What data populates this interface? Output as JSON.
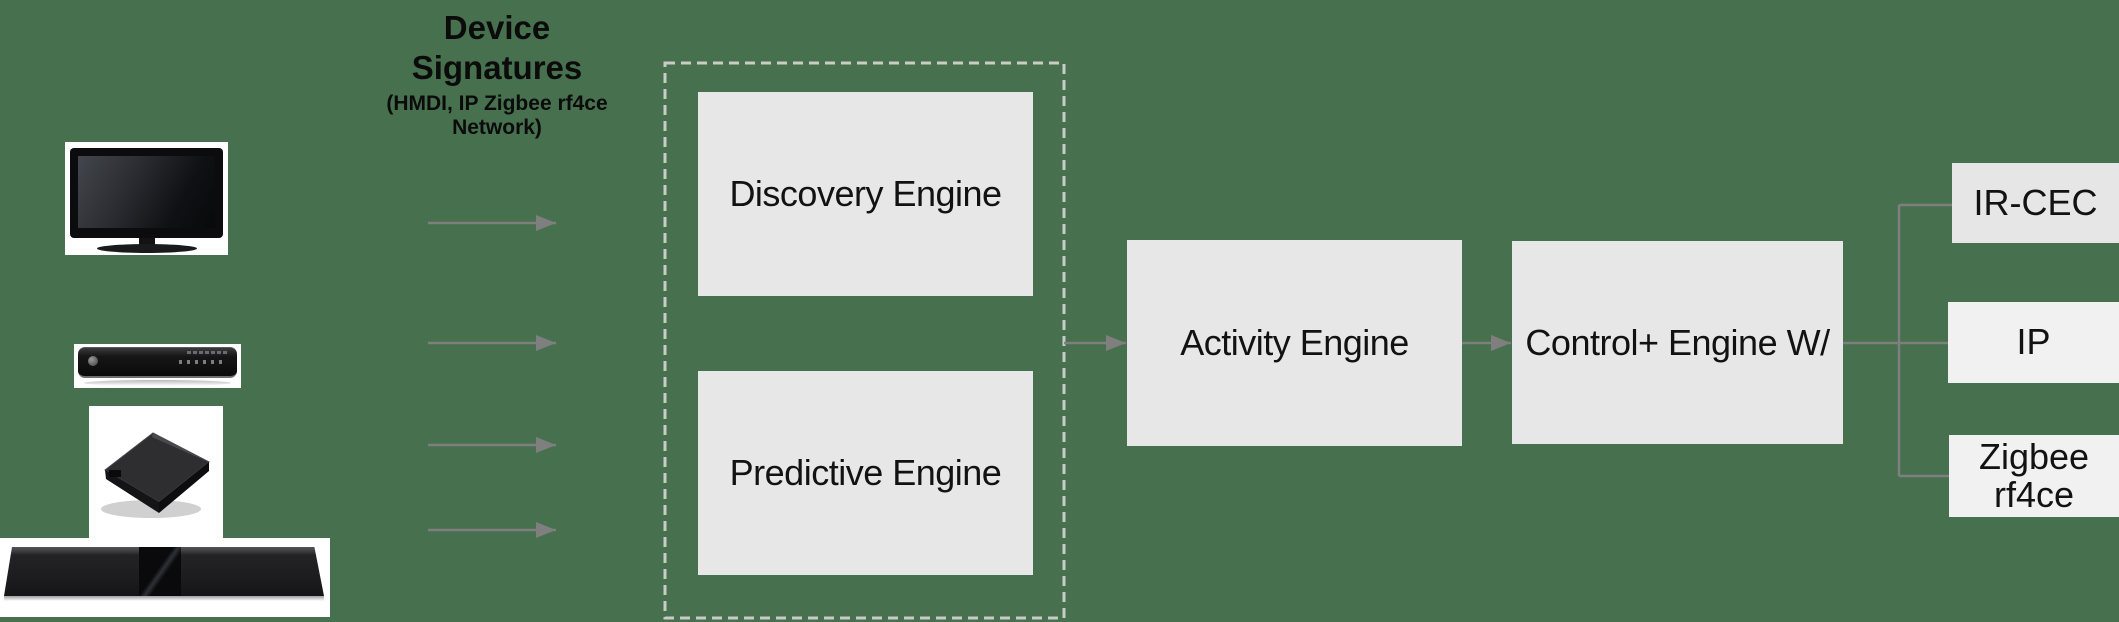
{
  "title": {
    "line1": "Device",
    "line2": "Signatures",
    "subtitle_line1": "(HMDI, IP Zigbee rf4ce",
    "subtitle_line2": "Network)"
  },
  "devices": [
    {
      "id": "tv",
      "icon": "television-photo"
    },
    {
      "id": "set-top-box",
      "icon": "set-top-box-photo"
    },
    {
      "id": "streaming-player",
      "icon": "streaming-media-player-photo"
    },
    {
      "id": "soundbar",
      "icon": "soundbar-photo"
    }
  ],
  "engines": {
    "discovery": "Discovery Engine",
    "predictive": "Predictive Engine",
    "activity": "Activity Engine",
    "control": "Control+ Engine W/"
  },
  "outputs": [
    {
      "label": "IR-CEC"
    },
    {
      "label": "IP"
    },
    {
      "label": "Zigbee rf4ce"
    }
  ],
  "colors": {
    "background": "#47704e",
    "engine_box_fill": "#e7e7e7",
    "output_box_fill_dark": "#e6e6e6",
    "output_box_fill_light": "#f1f1f1",
    "connector_gray": "#7f7f7f",
    "dashed_border": "#c7ccc7",
    "text": "#0b0b0b",
    "device_card": "#ffffff"
  }
}
